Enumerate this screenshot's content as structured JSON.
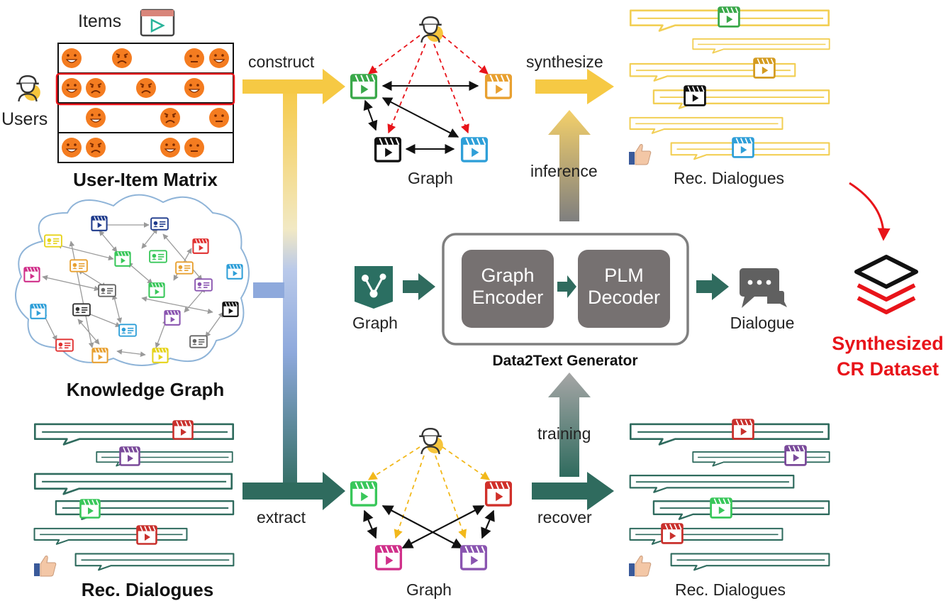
{
  "matrix": {
    "items_label": "Items",
    "users_label": "Users",
    "title": "User-Item Matrix"
  },
  "kg": {
    "title": "Knowledge Graph"
  },
  "left_dialogues": {
    "title": "Rec.  Dialogues"
  },
  "arrows": {
    "construct": "construct",
    "extract": "extract",
    "synthesize": "synthesize",
    "recover": "recover",
    "inference": "inference",
    "training": "training"
  },
  "graph_top": {
    "label": "Graph"
  },
  "graph_bottom": {
    "label": "Graph"
  },
  "dialogues_top": {
    "label": "Rec.  Dialogues"
  },
  "dialogues_bottom": {
    "label": "Rec.  Dialogues"
  },
  "generator": {
    "title": "Data2Text Generator",
    "encoder_line1": "Graph",
    "encoder_line2": "Encoder",
    "decoder_line1": "PLM",
    "decoder_line2": "Decoder",
    "input_label": "Graph",
    "output_label": "Dialogue"
  },
  "result": {
    "line1": "Synthesized",
    "line2": "CR Dataset"
  },
  "colors": {
    "yellow_arrow": "#f7c948",
    "green_arrow": "#2f6b5e",
    "teal_icon": "#2b6f62",
    "box_gray": "#767171",
    "highlight_red": "#e8141a",
    "face_orange": "#f47c20"
  }
}
